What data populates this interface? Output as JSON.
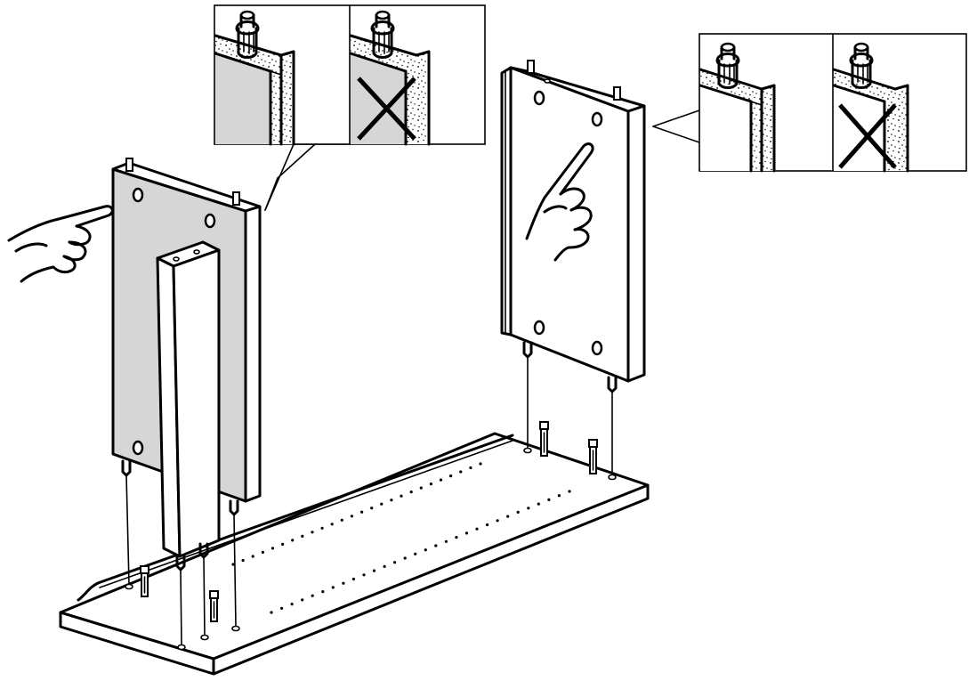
{
  "figure": {
    "type": "assembly-instruction",
    "panel_fill_color": "#d6d6d6",
    "line_color": "#000000",
    "background_color": "#ffffff",
    "icons": [
      "pointing-hand-icon",
      "pointing-hand-outline-icon",
      "correct-edge-detail",
      "incorrect-edge-detail",
      "cross-mark-icon",
      "dowel-icon"
    ]
  }
}
